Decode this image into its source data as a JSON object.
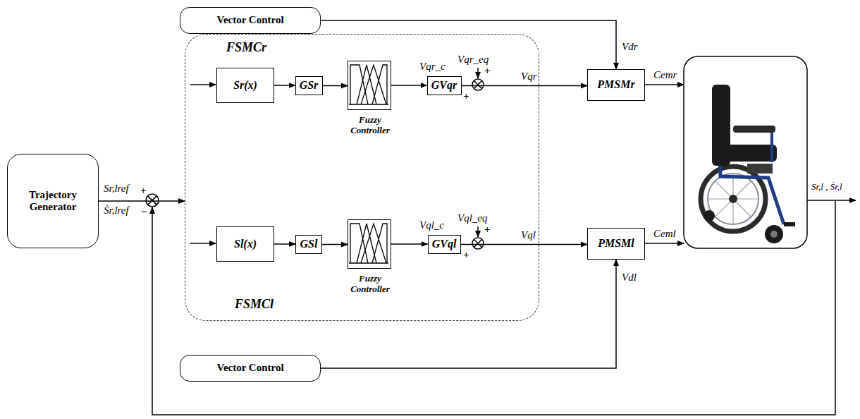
{
  "diagram": {
    "nodes": [
      {
        "text": [
          "Vector Control"
        ]
      },
      {
        "text": [
          "Trajectory Generator"
        ]
      },
      {
        "text": [
          "FSMCr",
          "FSMCl"
        ]
      },
      {
        "text": [
          "Sr(x)"
        ],
        "in": 2
      },
      {
        "text": [
          "GSr"
        ],
        "in": 2
      },
      {
        "text": [
          "Fuzzy Controller"
        ],
        "in": 2
      },
      {
        "text": [
          "GVqr"
        ],
        "in": 2
      },
      {
        "text": [
          "Sl(x)"
        ],
        "in": 2
      },
      {
        "text": [
          "GSl"
        ],
        "in": 2
      },
      {
        "text": [
          "Fuzzy Controller"
        ],
        "in": 2
      },
      {
        "text": [
          "GVql"
        ],
        "in": 2
      },
      {
        "text": [
          "PMSMr"
        ]
      },
      {
        "text": [
          "PMSMl"
        ]
      },
      {
        "text": [
          "Vector Control"
        ]
      }
    ],
    "edges": [
      {
        "from": 1,
        "to": 2,
        "arrow": "to"
      },
      {
        "from": 0,
        "to": 11,
        "label": "Vdr",
        "arrow": "to"
      },
      {
        "from": 3,
        "to": 4,
        "arrow": "to"
      },
      {
        "from": 4,
        "to": 5,
        "arrow": "to"
      },
      {
        "from": 5,
        "to": 6,
        "arrow": "to"
      },
      {
        "from": 6,
        "to": 11,
        "label": "Vqr",
        "arrow": "to"
      },
      {
        "from": 7,
        "to": 8,
        "arrow": "to"
      },
      {
        "from": 8,
        "to": 9,
        "arrow": "to"
      },
      {
        "from": 9,
        "to": 10,
        "arrow": "to"
      },
      {
        "from": 10,
        "to": 12,
        "label": "Vql",
        "arrow": "to"
      },
      {
        "from": 13,
        "to": 12,
        "label": "Vdl",
        "arrow": "to"
      }
    ],
    "labels": [
      "Sr,lref",
      "+",
      "Ṡr,lref",
      "−",
      "Vqr_eq",
      "+",
      "Vqr_c",
      "+",
      "Vql_eq",
      "+",
      "Vql_c",
      "+",
      "Cemr",
      "Ceml",
      "Sr,l , Ṡr,l"
    ]
  }
}
